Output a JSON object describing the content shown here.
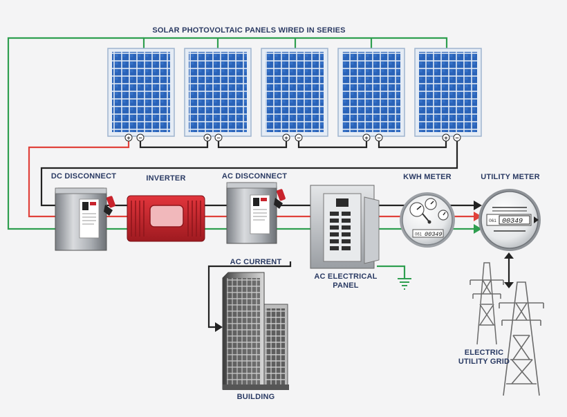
{
  "labels": {
    "panels_title": "SOLAR PHOTOVOLTAIC PANELS WIRED IN SERIES",
    "dc_disconnect": "DC DISCONNECT",
    "inverter": "INVERTER",
    "ac_disconnect": "AC DISCONNECT",
    "kwh_meter": "KWH METER",
    "utility_meter": "UTILITY METER",
    "ac_current": "AC CURRENT",
    "ac_panel_line1": "AC ELECTRICAL",
    "ac_panel_line2": "PANEL",
    "building": "BUILDING",
    "grid_line1": "ELECTRIC",
    "grid_line2": "UTILITY GRID"
  },
  "terminals": {
    "positive": "+",
    "negative": "−"
  },
  "kwh_meter": {
    "reading": "00349",
    "prefix": "061"
  },
  "utility_meter": {
    "reading": "00349",
    "prefix": "061"
  },
  "colors": {
    "ground_wire": "#2e9e4f",
    "dc_positive_wire": "#e0413a",
    "dc_negative_wire": "#222222",
    "label_text": "#2a3a63",
    "panel_cell": "#2a63b8",
    "inverter_red": "#c8232c"
  },
  "icons": [
    "solar-panel-icon",
    "disconnect-switch-icon",
    "inverter-icon",
    "breaker-panel-icon",
    "kwh-meter-icon",
    "utility-meter-icon",
    "ground-icon",
    "building-icon",
    "transmission-tower-icon"
  ]
}
